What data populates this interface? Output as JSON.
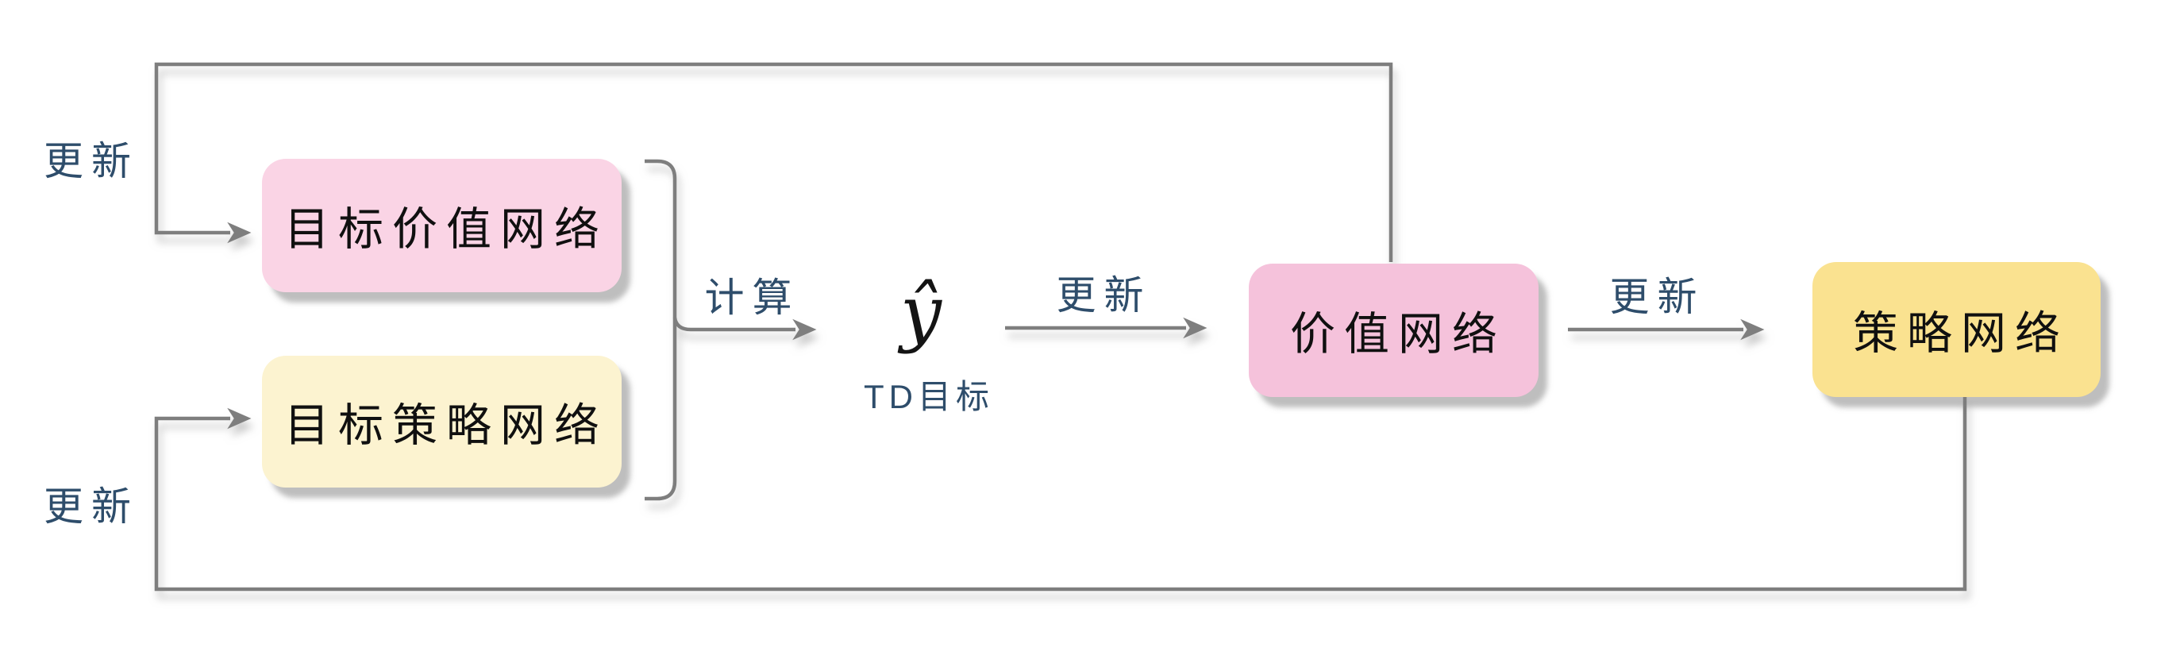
{
  "diagram": {
    "background_color": "#FFFFFF",
    "connector_color": "#7E7E7E",
    "edge_label_color": "#2E4D6B",
    "node_text_color": "#101010",
    "nodes": [
      {
        "id": "target-value-network",
        "label": "目标价值网络",
        "fill": "#FAD4E5"
      },
      {
        "id": "target-policy-network",
        "label": "目标策略网络",
        "fill": "#FCF3D0"
      },
      {
        "id": "value-network",
        "label": "价值网络",
        "fill": "#F5C2DB"
      },
      {
        "id": "policy-network",
        "label": "策略网络",
        "fill": "#FAE290"
      }
    ],
    "td_target": {
      "symbol": "ŷ",
      "caption": "TD目标"
    },
    "edge_labels": {
      "update_to_target_value": "更新",
      "update_to_target_policy": "更新",
      "compute": "计算",
      "update_value_network": "更新",
      "update_policy_network": "更新"
    }
  }
}
